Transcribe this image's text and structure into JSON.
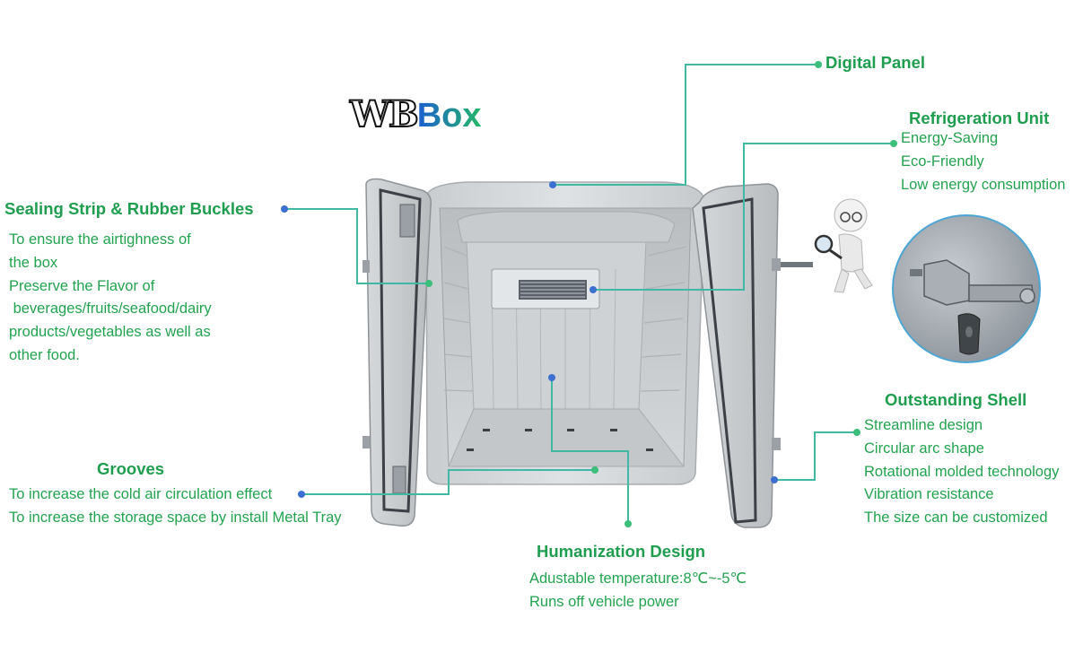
{
  "logo": {
    "wb": "WB",
    "box": "Box"
  },
  "callouts": {
    "digital_panel": {
      "title": "Digital Panel"
    },
    "refrigeration_unit": {
      "title": "Refrigeration Unit",
      "lines": [
        "Energy-Saving",
        "Eco-Friendly",
        "Low energy consumption"
      ]
    },
    "sealing_strip": {
      "title": "Sealing Strip & Rubber Buckles",
      "lines": [
        "To ensure the airtighness of",
        "the box",
        "Preserve the Flavor of",
        " beverages/fruits/seafood/dairy",
        "products/vegetables as well as",
        "other food."
      ]
    },
    "grooves": {
      "title": "Grooves",
      "lines": [
        "To increase the cold air circulation effect",
        "To increase the storage space by install Metal Tray"
      ]
    },
    "outstanding_shell": {
      "title": "Outstanding Shell",
      "lines": [
        "Streamline design",
        "Circular arc shape",
        "Rotational molded technology",
        "Vibration resistance",
        "The size can be customized"
      ]
    },
    "humanization_design": {
      "title": "Humanization Design",
      "lines": [
        "Adustable temperature:8℃~-5℃",
        "Runs off vehicle power"
      ]
    }
  },
  "colors": {
    "line": "#3fb9a2",
    "dot_green": "#3bbf7a",
    "dot_blue": "#3d6fd1",
    "title_green": "#1f9e4f"
  }
}
